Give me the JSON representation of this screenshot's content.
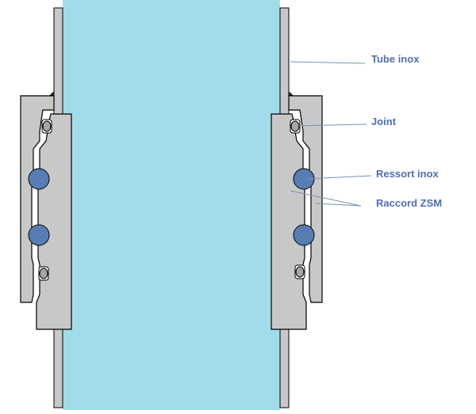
{
  "labels": {
    "tube": "Tube inox",
    "joint": "Joint",
    "spring": "Ressort inox",
    "fitting": "Raccord ZSM"
  },
  "colors": {
    "fluid": "#a2dcea",
    "wall": "#c8c8c8",
    "spring": "#5b80b8",
    "oring": "#a5a5a5",
    "leader": "#7b8fb5",
    "label": "#4f6fae",
    "outline": "#000000"
  }
}
